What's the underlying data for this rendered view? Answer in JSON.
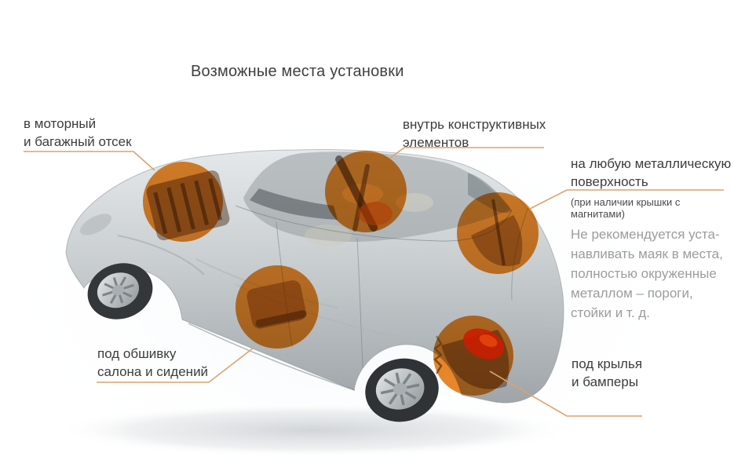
{
  "title": "Возможные места установки",
  "colors": {
    "accent": "#E87D18",
    "leader": "#DCA26E",
    "label_text": "#3C3C3C",
    "note_text": "#9C9C9C",
    "taillight_red": "#DD3505",
    "body_silver": "#C6CBCE"
  },
  "callouts": {
    "engine_bay": {
      "label": "в моторный\nи багажный отсек"
    },
    "structural": {
      "label": "внутрь конструктивных\nэлементов"
    },
    "metal_surface": {
      "label": "на любую металлическую\nповерхность",
      "note": "(при наличии крышки с магнитами)"
    },
    "upholstery": {
      "label": "под обшивку\nсалона и сидений"
    },
    "fenders": {
      "label": "под крылья\nи бамперы"
    }
  },
  "warning_note": "Не рекомендуется уста-\nнавливать маяк в места,\nполностью окруженные\nметаллом – пороги,\nстойки и т. д."
}
